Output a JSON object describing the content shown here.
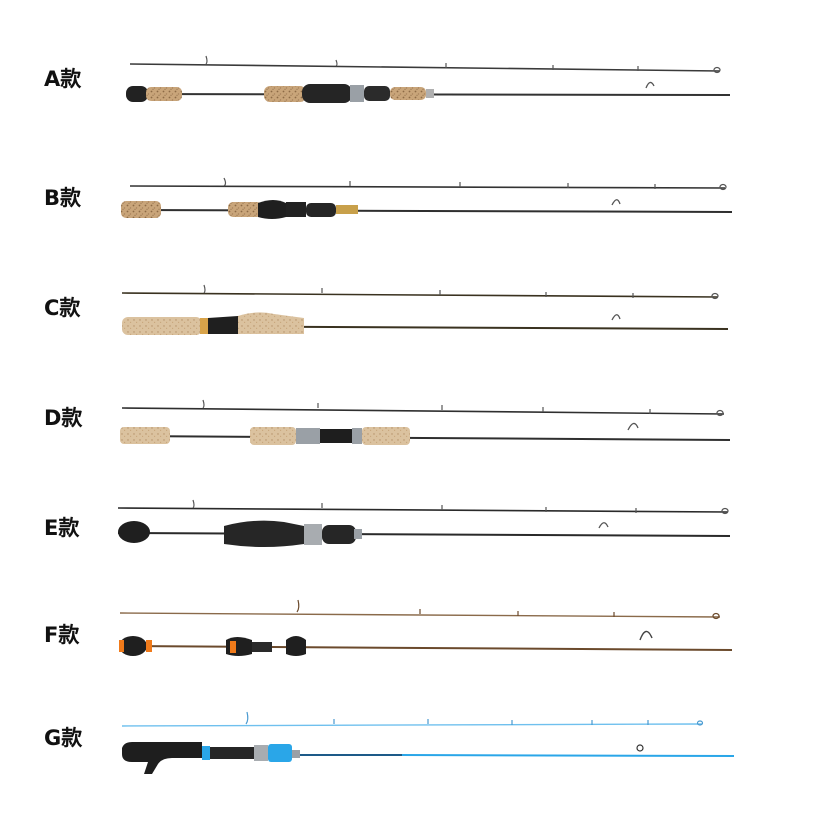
{
  "rods": [
    {
      "label": "A款",
      "blank": "#3a3a3a",
      "grip": "cork-split",
      "accent": "#9aa0a6"
    },
    {
      "label": "B款",
      "blank": "#2f2f2f",
      "grip": "cork-fore",
      "accent": "#c8a04a"
    },
    {
      "label": "C款",
      "blank": "#3a3220",
      "grip": "cork-full",
      "accent": "#c8a04a"
    },
    {
      "label": "D款",
      "blank": "#2f2f2f",
      "grip": "cork-split-long",
      "accent": "#9aa0a6"
    },
    {
      "label": "E款",
      "blank": "#2a2a2a",
      "grip": "eva-casting",
      "accent": "#9aa0a6"
    },
    {
      "label": "F款",
      "blank": "#6b4a2c",
      "grip": "eva-orange",
      "accent": "#f07a1a"
    },
    {
      "label": "G款",
      "blank": "#2f8fd0",
      "grip": "eva-blue",
      "accent": "#2aa6e8"
    }
  ]
}
